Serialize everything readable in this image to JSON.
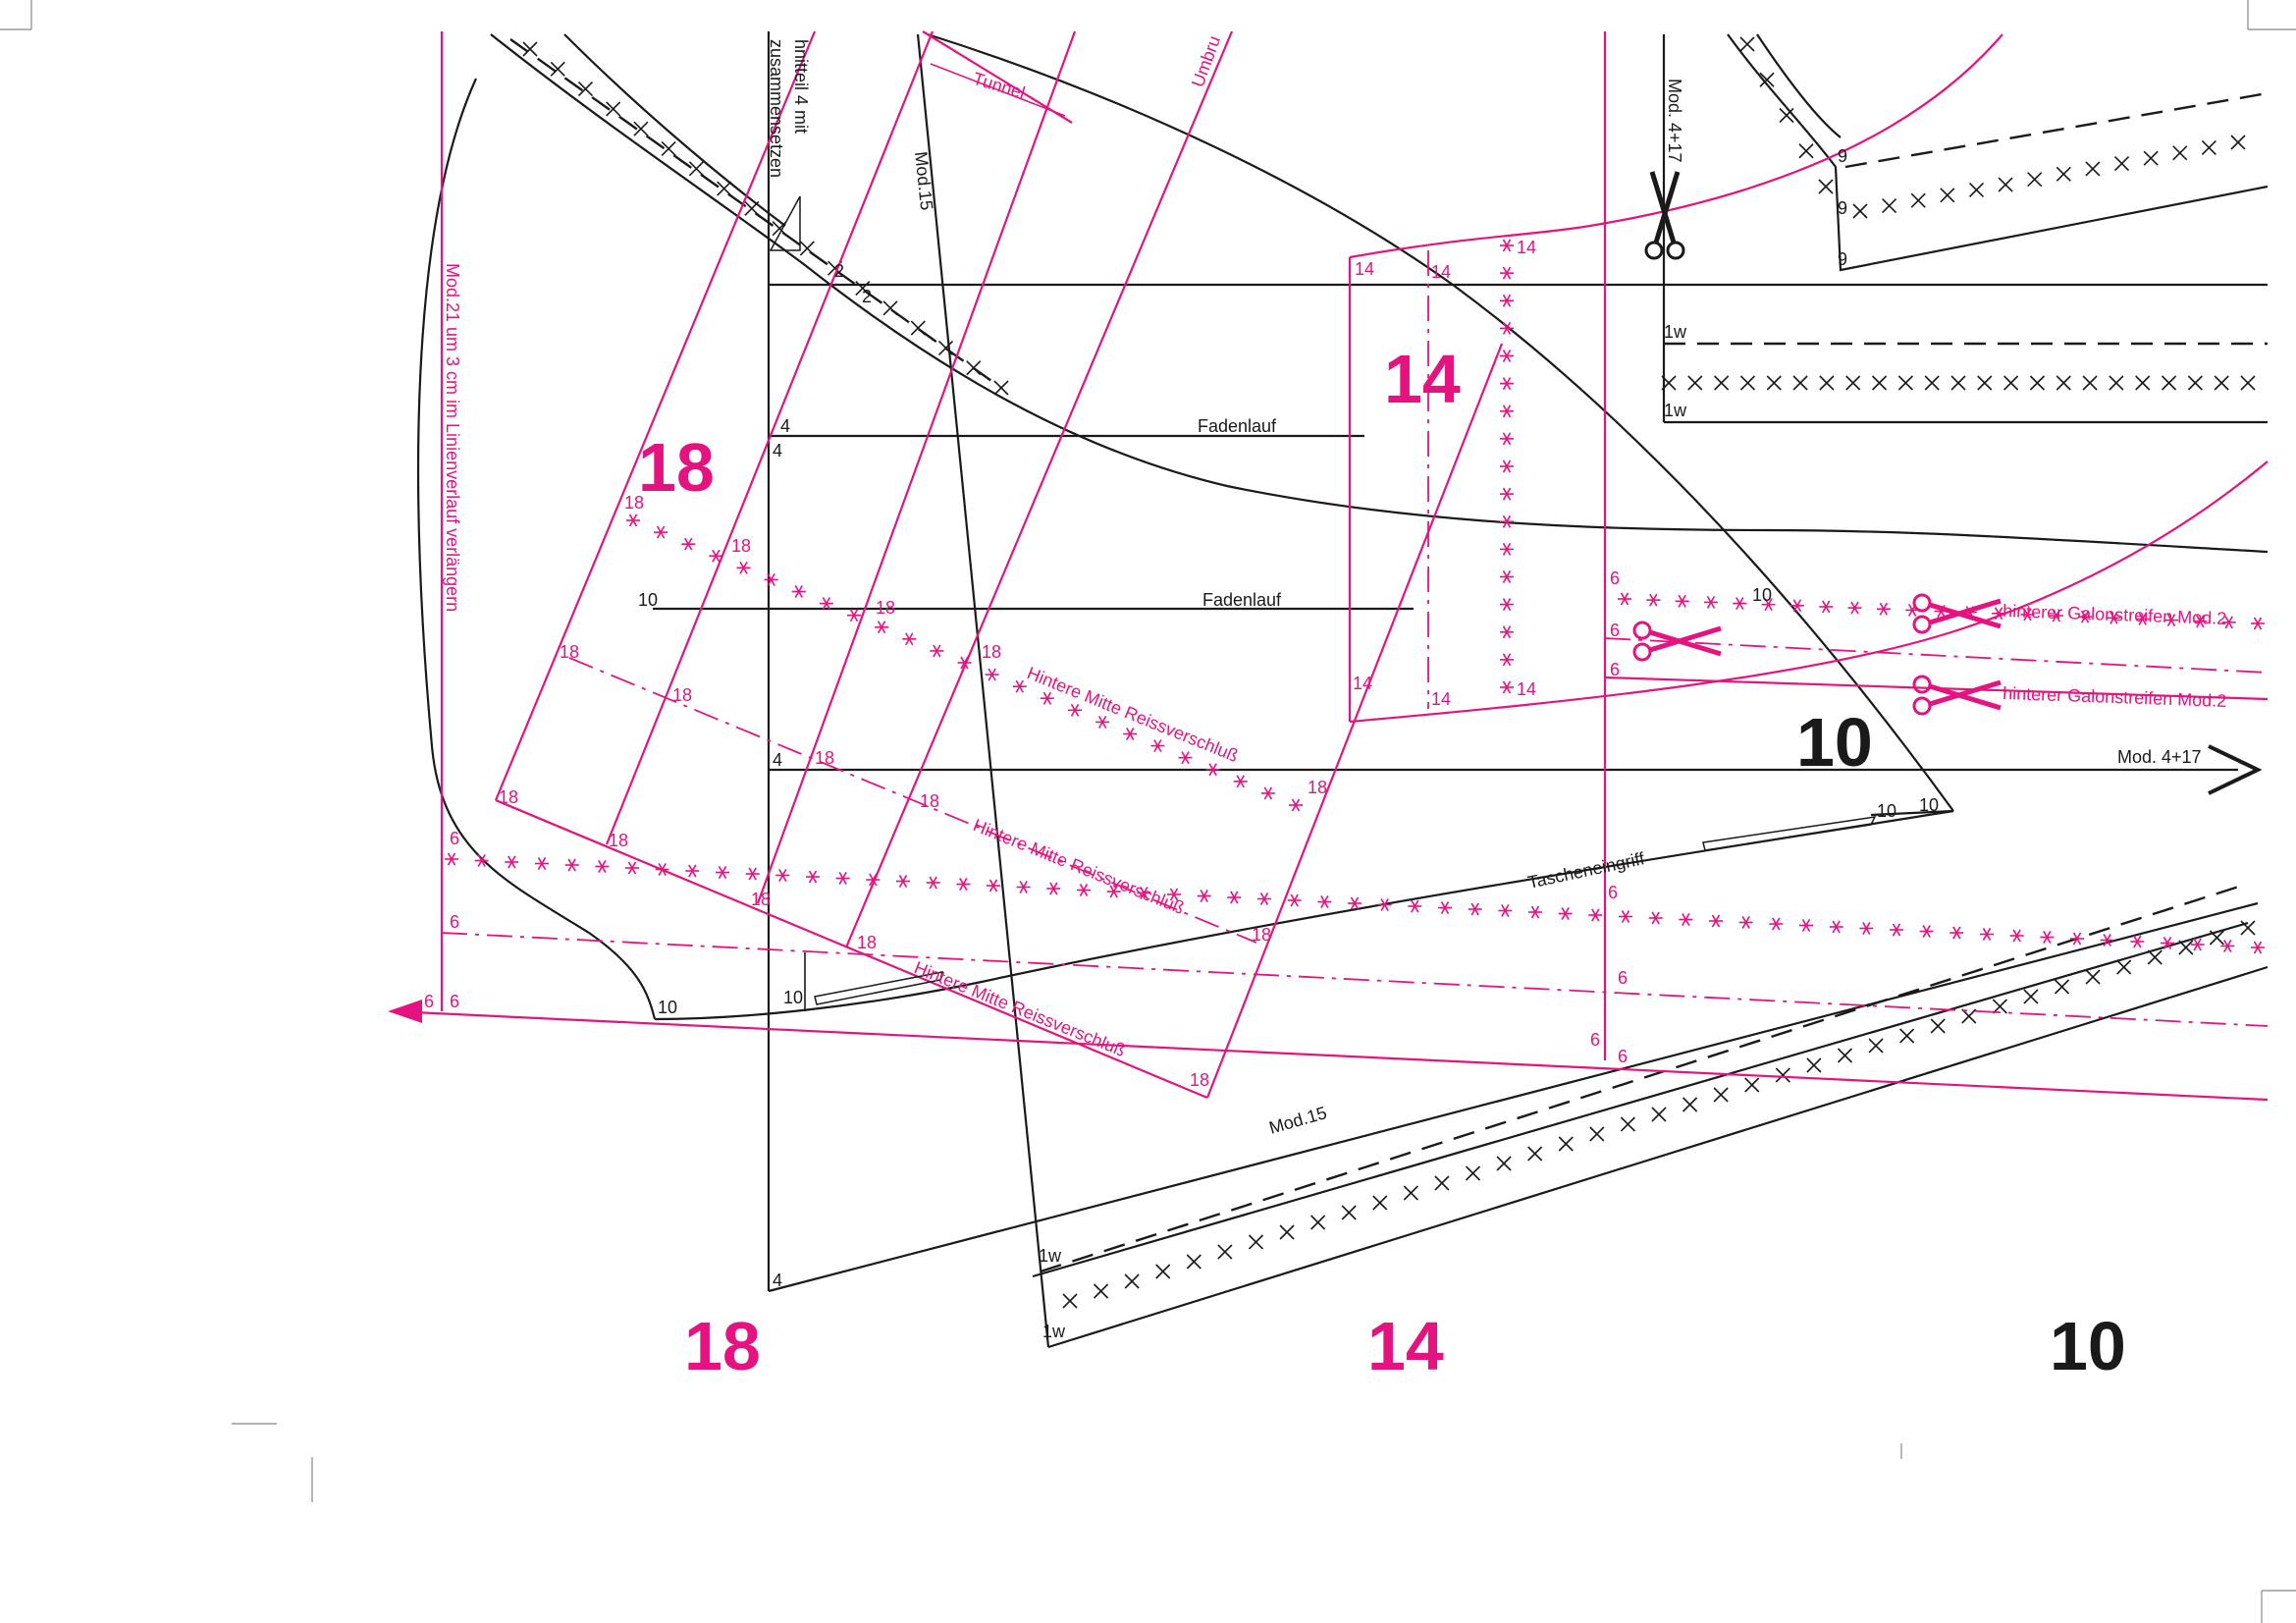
{
  "labels": {
    "grain": "Fadenlauf",
    "mod15": "Mod.15",
    "mod417": "Mod. 4+17",
    "mod417_vertical": "Mod. 4+17",
    "tunnel": "Tunnel",
    "umbr": "Umbru",
    "assemble_1": "hnitteil 4 mit",
    "assemble_2": "zusammensetzen",
    "mod21_note": "Mod.21 um 3 cm im Linienverlauf verlängern",
    "pocket": "Tascheneingriff",
    "zip_center": "Hintere Mitte Reissverschluß",
    "galon": "hinterer Galonstreifen Mod.2"
  },
  "size_markers": [
    "18",
    "14",
    "10"
  ],
  "line_numbers": [
    "1w",
    "2",
    "4",
    "6",
    "9",
    "10",
    "14",
    "18"
  ],
  "icons": [
    "scissors-icon",
    "arrow-left-icon",
    "arrow-right-icon",
    "double-arrow-icon"
  ],
  "colors": {
    "contour": "#1a1a1a",
    "accent": "#e5137f"
  }
}
